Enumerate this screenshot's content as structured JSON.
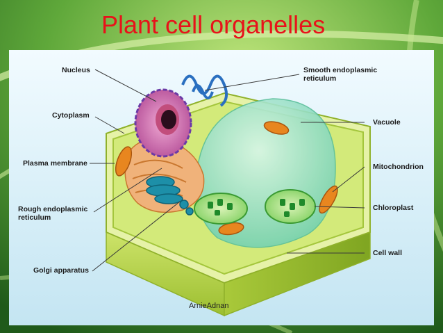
{
  "slide": {
    "title": "Plant cell organelles",
    "title_color": "#e8121a",
    "watermark": "ArnieAdnan"
  },
  "labels": {
    "nucleus": "Nucleus",
    "cytoplasm": "Cytoplasm",
    "plasma_membrane": "Plasma membrane",
    "rough_er": "Rough endoplasmic\nreticulum",
    "golgi": "Golgi apparatus",
    "smooth_er": "Smooth endoplasmic\nreticulum",
    "vacuole": "Vacuole",
    "mitochondrion": "Mitochondrion",
    "chloroplast": "Chloroplast",
    "cell_wall": "Cell wall"
  },
  "colors": {
    "cell_wall": "#b8d64a",
    "vacuole": "#9fe0c8",
    "nucleus": "#d77fb8",
    "mitochondrion": "#e8861f",
    "chloroplast": "#3fae3a",
    "smooth_er": "#2a6fc0",
    "golgi": "#1d8fa8"
  },
  "icons": [
    "leaf-background-icon"
  ]
}
